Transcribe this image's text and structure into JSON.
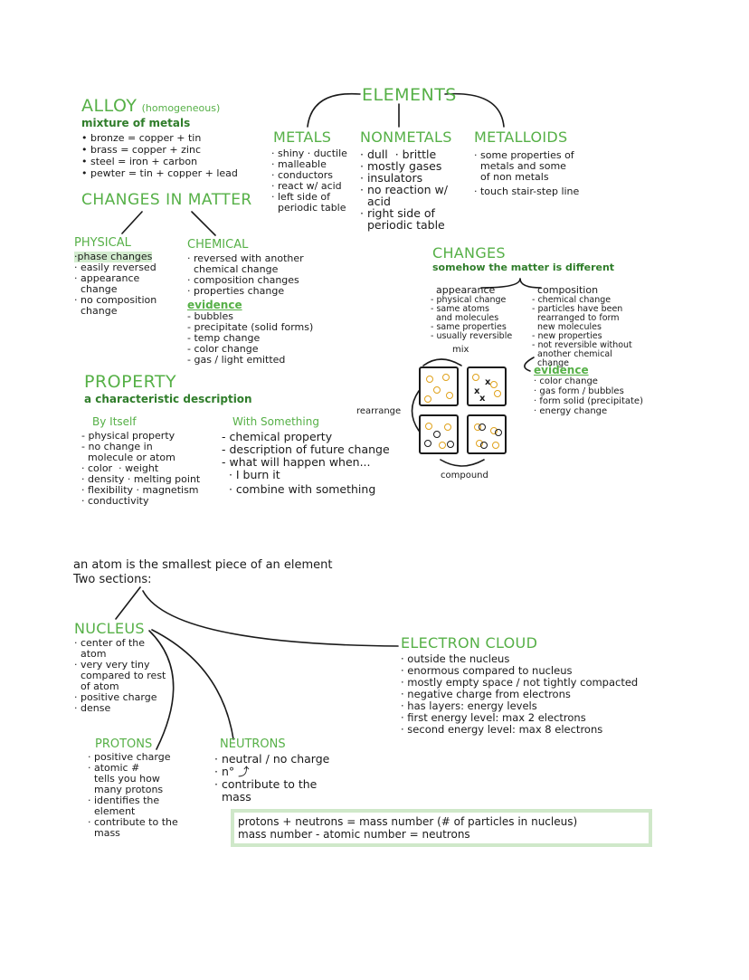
{
  "alloy": {
    "title": "ALLOY",
    "qualifier": "(homogeneous)",
    "subtitle": "mixture of metals",
    "items": [
      "• bronze = copper + tin",
      "• brass = copper + zinc",
      "• steel = iron + carbon",
      "• pewter = tin + copper + lead"
    ]
  },
  "elements": {
    "title": "ELEMENTS",
    "metals": {
      "title": "METALS",
      "items": [
        "· shiny · ductile",
        "· malleable",
        "· conductors",
        "· react w/ acid",
        "· left side of",
        "  periodic table"
      ]
    },
    "nonmetals": {
      "title": "NONMETALS",
      "items": [
        "· dull  · brittle",
        "· mostly gases",
        "· insulators",
        "· no reaction w/",
        "  acid",
        "· right side of",
        "  periodic table"
      ]
    },
    "metalloids": {
      "title": "METALLOIDS",
      "items": [
        "· some properties of",
        "  metals and some",
        "  of non metals",
        "· touch stair-step line"
      ]
    }
  },
  "changes_in_matter": {
    "title": "CHANGES IN MATTER",
    "physical": {
      "title": "PHYSICAL",
      "items": [
        "·phase changes",
        "· easily reversed",
        "· appearance",
        "  change",
        "· no composition",
        "  change"
      ]
    },
    "chemical": {
      "title": "CHEMICAL",
      "items": [
        "· reversed with another",
        "  chemical change",
        "· composition changes",
        "· properties change"
      ],
      "evidence_title": "evidence",
      "evidence": [
        "- bubbles",
        "- precipitate (solid forms)",
        "- temp change",
        "- color change",
        "- gas / light emitted"
      ]
    }
  },
  "changes": {
    "title": "CHANGES",
    "subtitle": "somehow the matter is different",
    "appearance": {
      "title": "appearance",
      "items": [
        "- physical change",
        "- same atoms",
        "  and molecules",
        "- same properties",
        "- usually reversible"
      ]
    },
    "composition": {
      "title": "composition",
      "items": [
        "- chemical change",
        "- particles have been",
        "  rearranged to form",
        "  new molecules",
        "- new properties",
        "- not reversible without",
        "  another chemical",
        "  change"
      ]
    },
    "evidence_title": "evidence",
    "evidence": [
      "· color change",
      "· gas form / bubbles",
      "· form solid (precipitate)",
      "· energy change"
    ],
    "diagram": {
      "mix": "mix",
      "rearrange": "rearrange",
      "compound": "compound"
    }
  },
  "property": {
    "title": "PROPERTY",
    "subtitle": "a characteristic description",
    "by_itself": {
      "title": "By Itself",
      "items": [
        "- physical property",
        "- no change in",
        "  molecule or atom",
        "· color  · weight",
        "· density · melting point",
        "· flexibility · magnetism",
        "· conductivity"
      ]
    },
    "with_something": {
      "title": "With Something",
      "items": [
        "- chemical property",
        "- description of future change",
        "- what will happen when...",
        "  · I burn it",
        "  · combine with something"
      ]
    }
  },
  "atom": {
    "line1": "an atom is the smallest piece of an element",
    "line2": "Two sections:",
    "nucleus": {
      "title": "NUCLEUS",
      "items": [
        "· center of the",
        "  atom",
        "· very very tiny",
        "  compared to rest",
        "  of atom",
        "· positive charge",
        "· dense"
      ]
    },
    "electron_cloud": {
      "title": "ELECTRON CLOUD",
      "items": [
        "· outside the nucleus",
        "· enormous compared to nucleus",
        "· mostly empty space / not tightly compacted",
        "· negative charge from electrons",
        "· has layers: energy levels",
        "· first energy level: max 2 electrons",
        "· second energy level: max 8 electrons"
      ]
    },
    "protons": {
      "title": "PROTONS",
      "items": [
        "· positive charge",
        "· atomic #",
        "  tells you how",
        "  many protons",
        "· identifies the",
        "  element",
        "· contribute to the",
        "  mass"
      ]
    },
    "neutrons": {
      "title": "NEUTRONS",
      "items": [
        "· neutral / no charge",
        "· n° ⤴",
        "· contribute to the",
        "  mass"
      ]
    },
    "formula1": "protons + neutrons = mass number (# of particles in nucleus)",
    "formula2": "mass number - atomic number = neutrons"
  }
}
